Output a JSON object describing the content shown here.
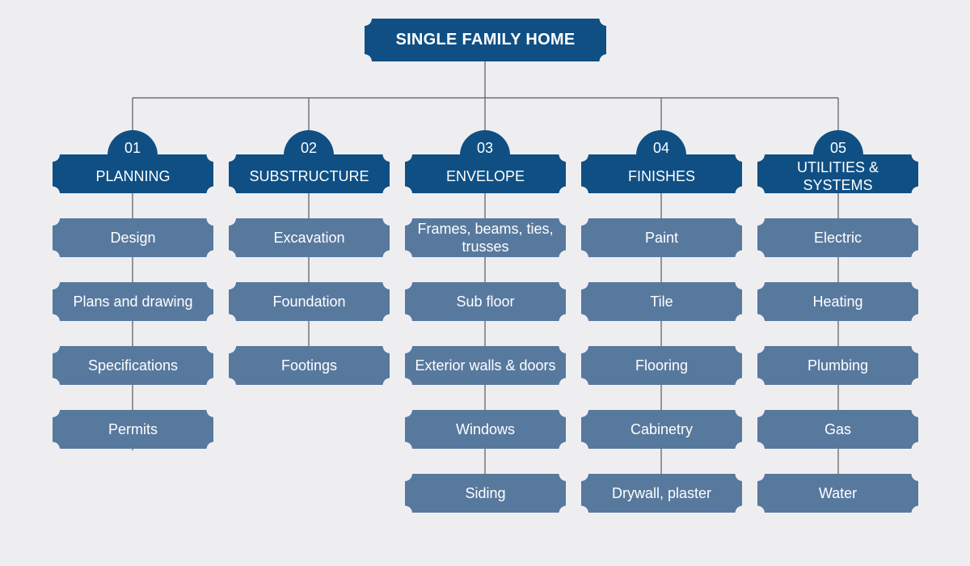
{
  "root": {
    "title": "SINGLE FAMILY HOME"
  },
  "colors": {
    "primary": "#0f4f84",
    "secondary": "#58799e",
    "connector": "#5a5a5a",
    "background": "#eeeef1"
  },
  "columns": [
    {
      "number": "01",
      "title": "PLANNING",
      "items": [
        "Design",
        "Plans and drawing",
        "Specifications",
        "Permits"
      ]
    },
    {
      "number": "02",
      "title": "SUBSTRUCTURE",
      "items": [
        "Excavation",
        "Foundation",
        "Footings"
      ]
    },
    {
      "number": "03",
      "title": "ENVELOPE",
      "items": [
        "Frames, beams, ties, trusses",
        "Sub floor",
        "Exterior walls & doors",
        "Windows",
        "Siding"
      ]
    },
    {
      "number": "04",
      "title": "FINISHES",
      "items": [
        "Paint",
        "Tile",
        "Flooring",
        "Cabinetry",
        "Drywall, plaster"
      ]
    },
    {
      "number": "05",
      "title": "UTILITIES & SYSTEMS",
      "items": [
        "Electric",
        "Heating",
        "Plumbing",
        "Gas",
        "Water"
      ]
    }
  ]
}
